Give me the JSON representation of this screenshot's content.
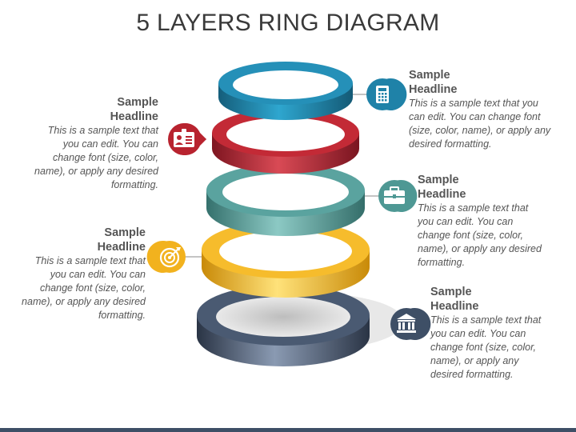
{
  "title": "5 LAYERS RING DIAGRAM",
  "layers": [
    {
      "headline": "Sample\nHeadline",
      "text": "This is a sample text that you can edit. You can change font (size, color, name), or apply any desired formatting.",
      "icon": "calculator-icon",
      "color": "#1f82a8"
    },
    {
      "headline": "Sample\nHeadline",
      "text": "This is a sample text that you can edit. You can change font (size, color, name), or apply any desired formatting.",
      "icon": "id-card-icon",
      "color": "#b8232f"
    },
    {
      "headline": "Sample\nHeadline",
      "text": "This is a sample text that you can edit. You can change font (size, color, name), or apply any desired formatting.",
      "icon": "briefcase-icon",
      "color": "#4e9894"
    },
    {
      "headline": "Sample\nHeadline",
      "text": "This is a sample text that you can edit. You can change font (size, color, name), or apply any desired formatting.",
      "icon": "target-icon",
      "color": "#f2b21e"
    },
    {
      "headline": "Sample\nHeadline",
      "text": "This is a sample text that you can edit. You can change font (size, color, name), or apply any desired formatting.",
      "icon": "bank-icon",
      "color": "#3e4f66"
    }
  ]
}
